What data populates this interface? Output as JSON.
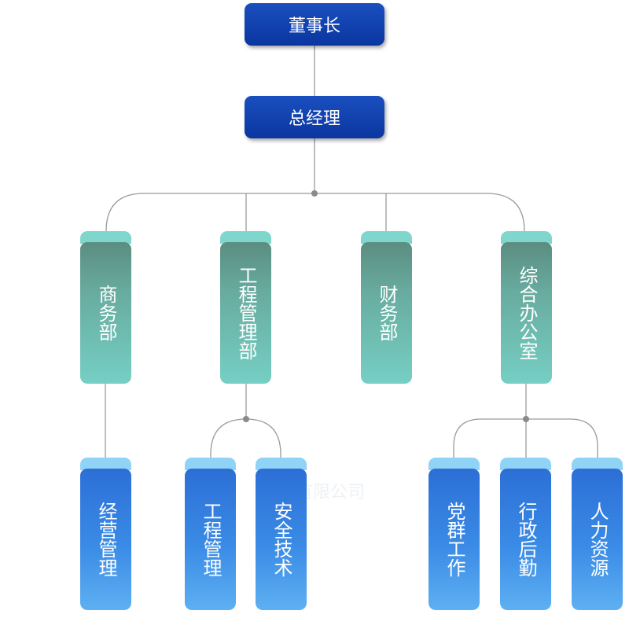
{
  "top": {
    "chairman": "董事长",
    "gm": "总经理"
  },
  "departments": [
    {
      "name": "商务部"
    },
    {
      "name": "工程管理部"
    },
    {
      "name": "财务部"
    },
    {
      "name": "综合办公室"
    }
  ],
  "subunits": [
    {
      "name": "经营管理"
    },
    {
      "name": "工程管理"
    },
    {
      "name": "安全技术"
    },
    {
      "name": "党群工作"
    },
    {
      "name": "行政后勤"
    },
    {
      "name": "人力资源"
    }
  ],
  "watermark": "有限公司",
  "colors": {
    "top_box": "#0a36a0",
    "department": "#68ab9f",
    "department_band": "#7fd6cd",
    "subunit": "#3a8be6",
    "subunit_band": "#8fd3f7",
    "connector": "#9a9a9a"
  }
}
